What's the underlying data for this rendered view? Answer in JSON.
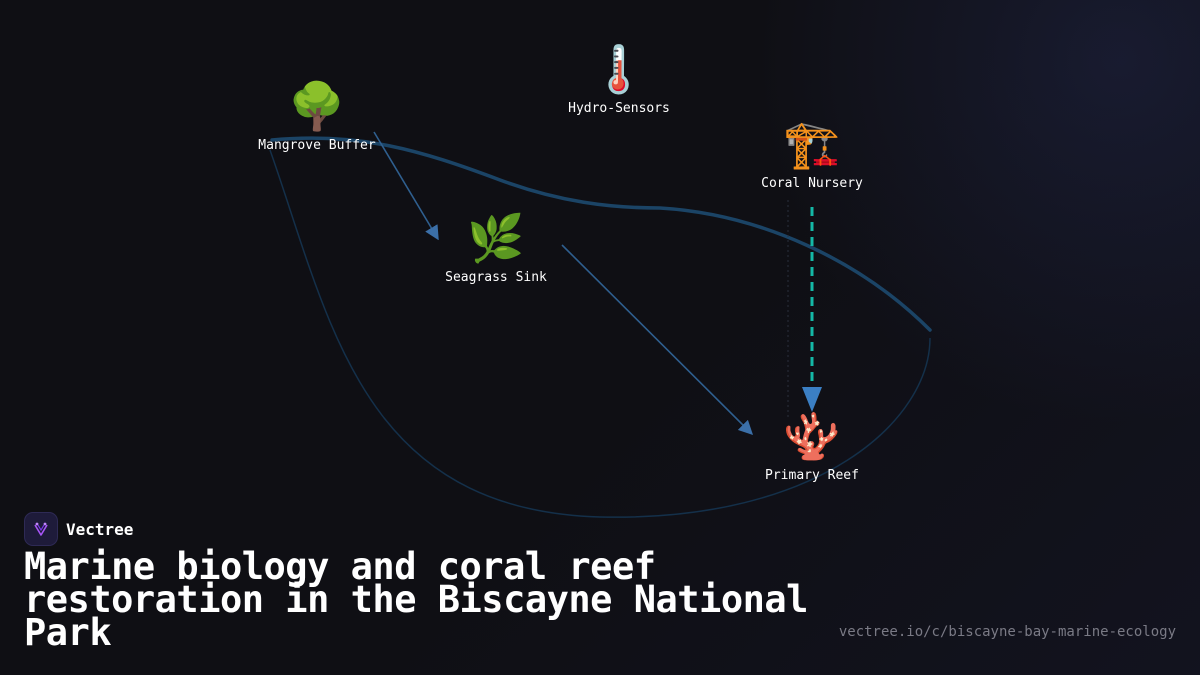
{
  "diagram": {
    "nodes": [
      {
        "id": "mangrove",
        "glyph": "🌳",
        "icon": "tree-icon",
        "label": "Mangrove Buffer"
      },
      {
        "id": "hydro",
        "glyph": "🌡️",
        "icon": "thermometer-icon",
        "label": "Hydro-Sensors"
      },
      {
        "id": "nursery",
        "glyph": "🏗️",
        "icon": "construction-crane-icon",
        "label": "Coral Nursery"
      },
      {
        "id": "seagrass",
        "glyph": "🌿",
        "icon": "herb-icon",
        "label": "Seagrass Sink"
      },
      {
        "id": "reef",
        "glyph": "🪸",
        "icon": "coral-icon",
        "label": "Primary Reef"
      }
    ],
    "edges": [
      {
        "from": "mangrove",
        "to": "seagrass",
        "style": "solid-arrow"
      },
      {
        "from": "seagrass",
        "to": "reef",
        "style": "solid-arrow"
      },
      {
        "from": "nursery",
        "to": "reef",
        "style": "dashed-arrow"
      }
    ],
    "colors": {
      "edge": "#2f5f8f",
      "dashed_edge": "#14b8a6",
      "arrowhead": "#3b7fc4",
      "boundary": "#1d4a6a"
    }
  },
  "brand": {
    "name": "Vectree",
    "logo_icon": "vectree-logo-icon",
    "accent": "#a855f7"
  },
  "headline": "Marine biology and coral reef restoration in the Biscayne National Park",
  "url": "vectree.io/c/biscayne-bay-marine-ecology"
}
